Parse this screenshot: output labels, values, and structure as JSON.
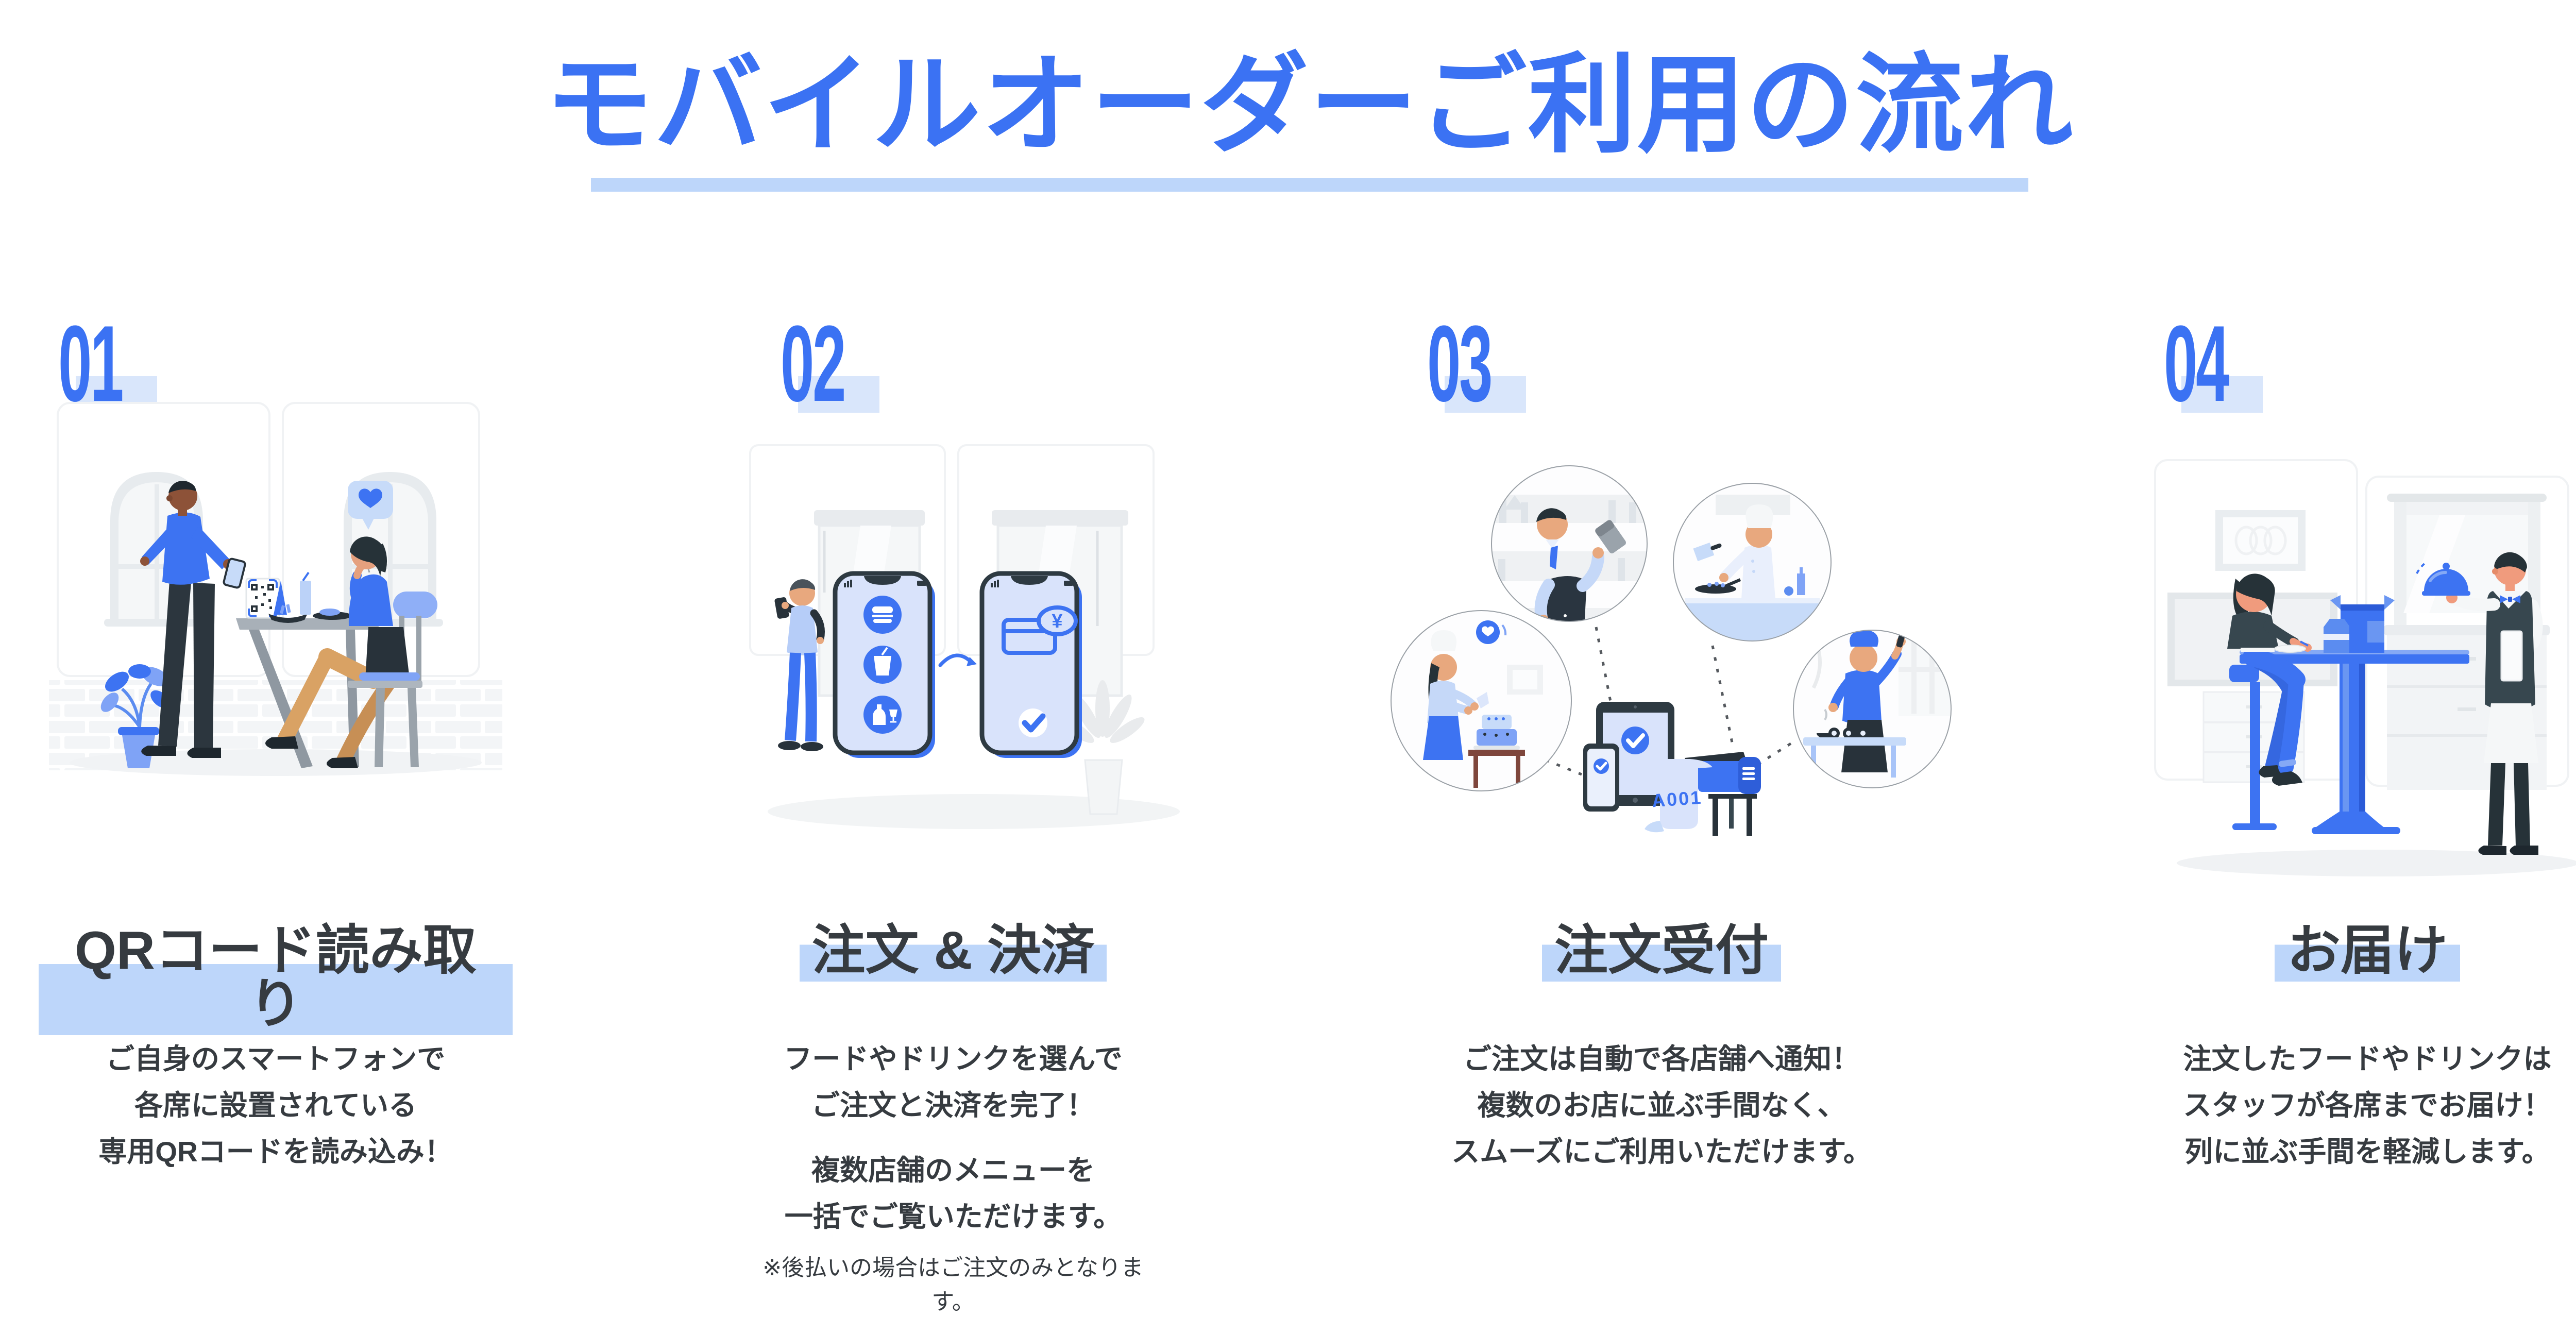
{
  "header": {
    "title": "モバイルオーダーご利用の流れ"
  },
  "colors": {
    "primary_blue": "#3B72F3",
    "highlight_blue": "#BDD6FA",
    "number_box_blue": "#D9E6FB",
    "text_dark": "#363B40",
    "illustration_pale_blue": "#D9E3FB"
  },
  "steps": [
    {
      "number": "01",
      "title": "QRコード読み取り",
      "illustration": "qr-scan",
      "desc_lines": [
        "ご自身のスマートフォンで",
        "各席に設置されている",
        "専用QRコードを読み込み！"
      ]
    },
    {
      "number": "02",
      "title": "注文 & 決済",
      "illustration": "order-and-payment",
      "desc_lines": [
        "フードやドリンクを選んで",
        "ご注文と決済を完了！"
      ],
      "desc_lines2": [
        "複数店舗のメニューを",
        "一括でご覧いただけます。"
      ],
      "note": "※後払いの場合はご注文のみとなります。",
      "labels": {
        "yen": "¥"
      }
    },
    {
      "number": "03",
      "title": "注文受付",
      "illustration": "order-reception",
      "desc_lines": [
        "ご注文は自動で各店舗へ通知！",
        "複数のお店に並ぶ手間なく、",
        "スムーズにご利用いただけます。"
      ],
      "labels": {
        "receipt_number": "A001"
      }
    },
    {
      "number": "04",
      "title": "お届け",
      "illustration": "delivery",
      "desc_lines": [
        "注文したフードやドリンクは",
        "スタッフが各席までお届け！",
        "列に並ぶ手間を軽減します。"
      ]
    }
  ]
}
